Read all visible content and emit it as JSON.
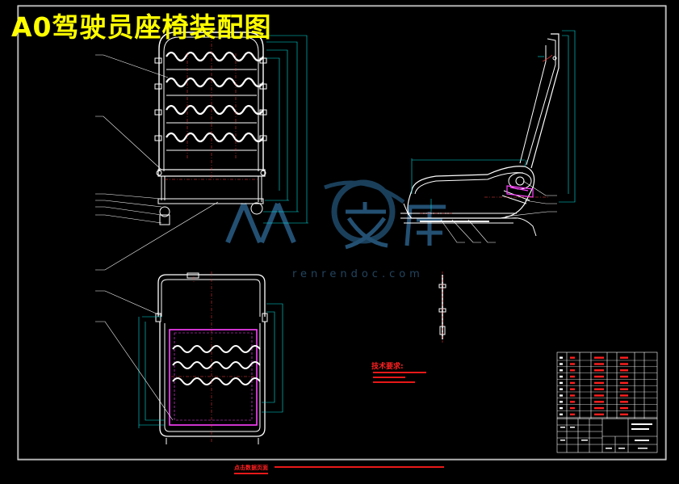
{
  "drawing": {
    "title": "A0驾驶员座椅装配图",
    "watermark_text": "renrendoc.com"
  },
  "colors": {
    "background": "#000000",
    "linework": "#ffffff",
    "dimension": "#00e0e0",
    "hidden_spring": "#ff40ff",
    "centerline": "#ff4040",
    "title_text": "#ffff00",
    "watermark": "#1f4a6a"
  },
  "technical_requirements": {
    "heading": "技术要求:"
  },
  "footer_note": {
    "bold_prefix": "点击数据页面"
  }
}
